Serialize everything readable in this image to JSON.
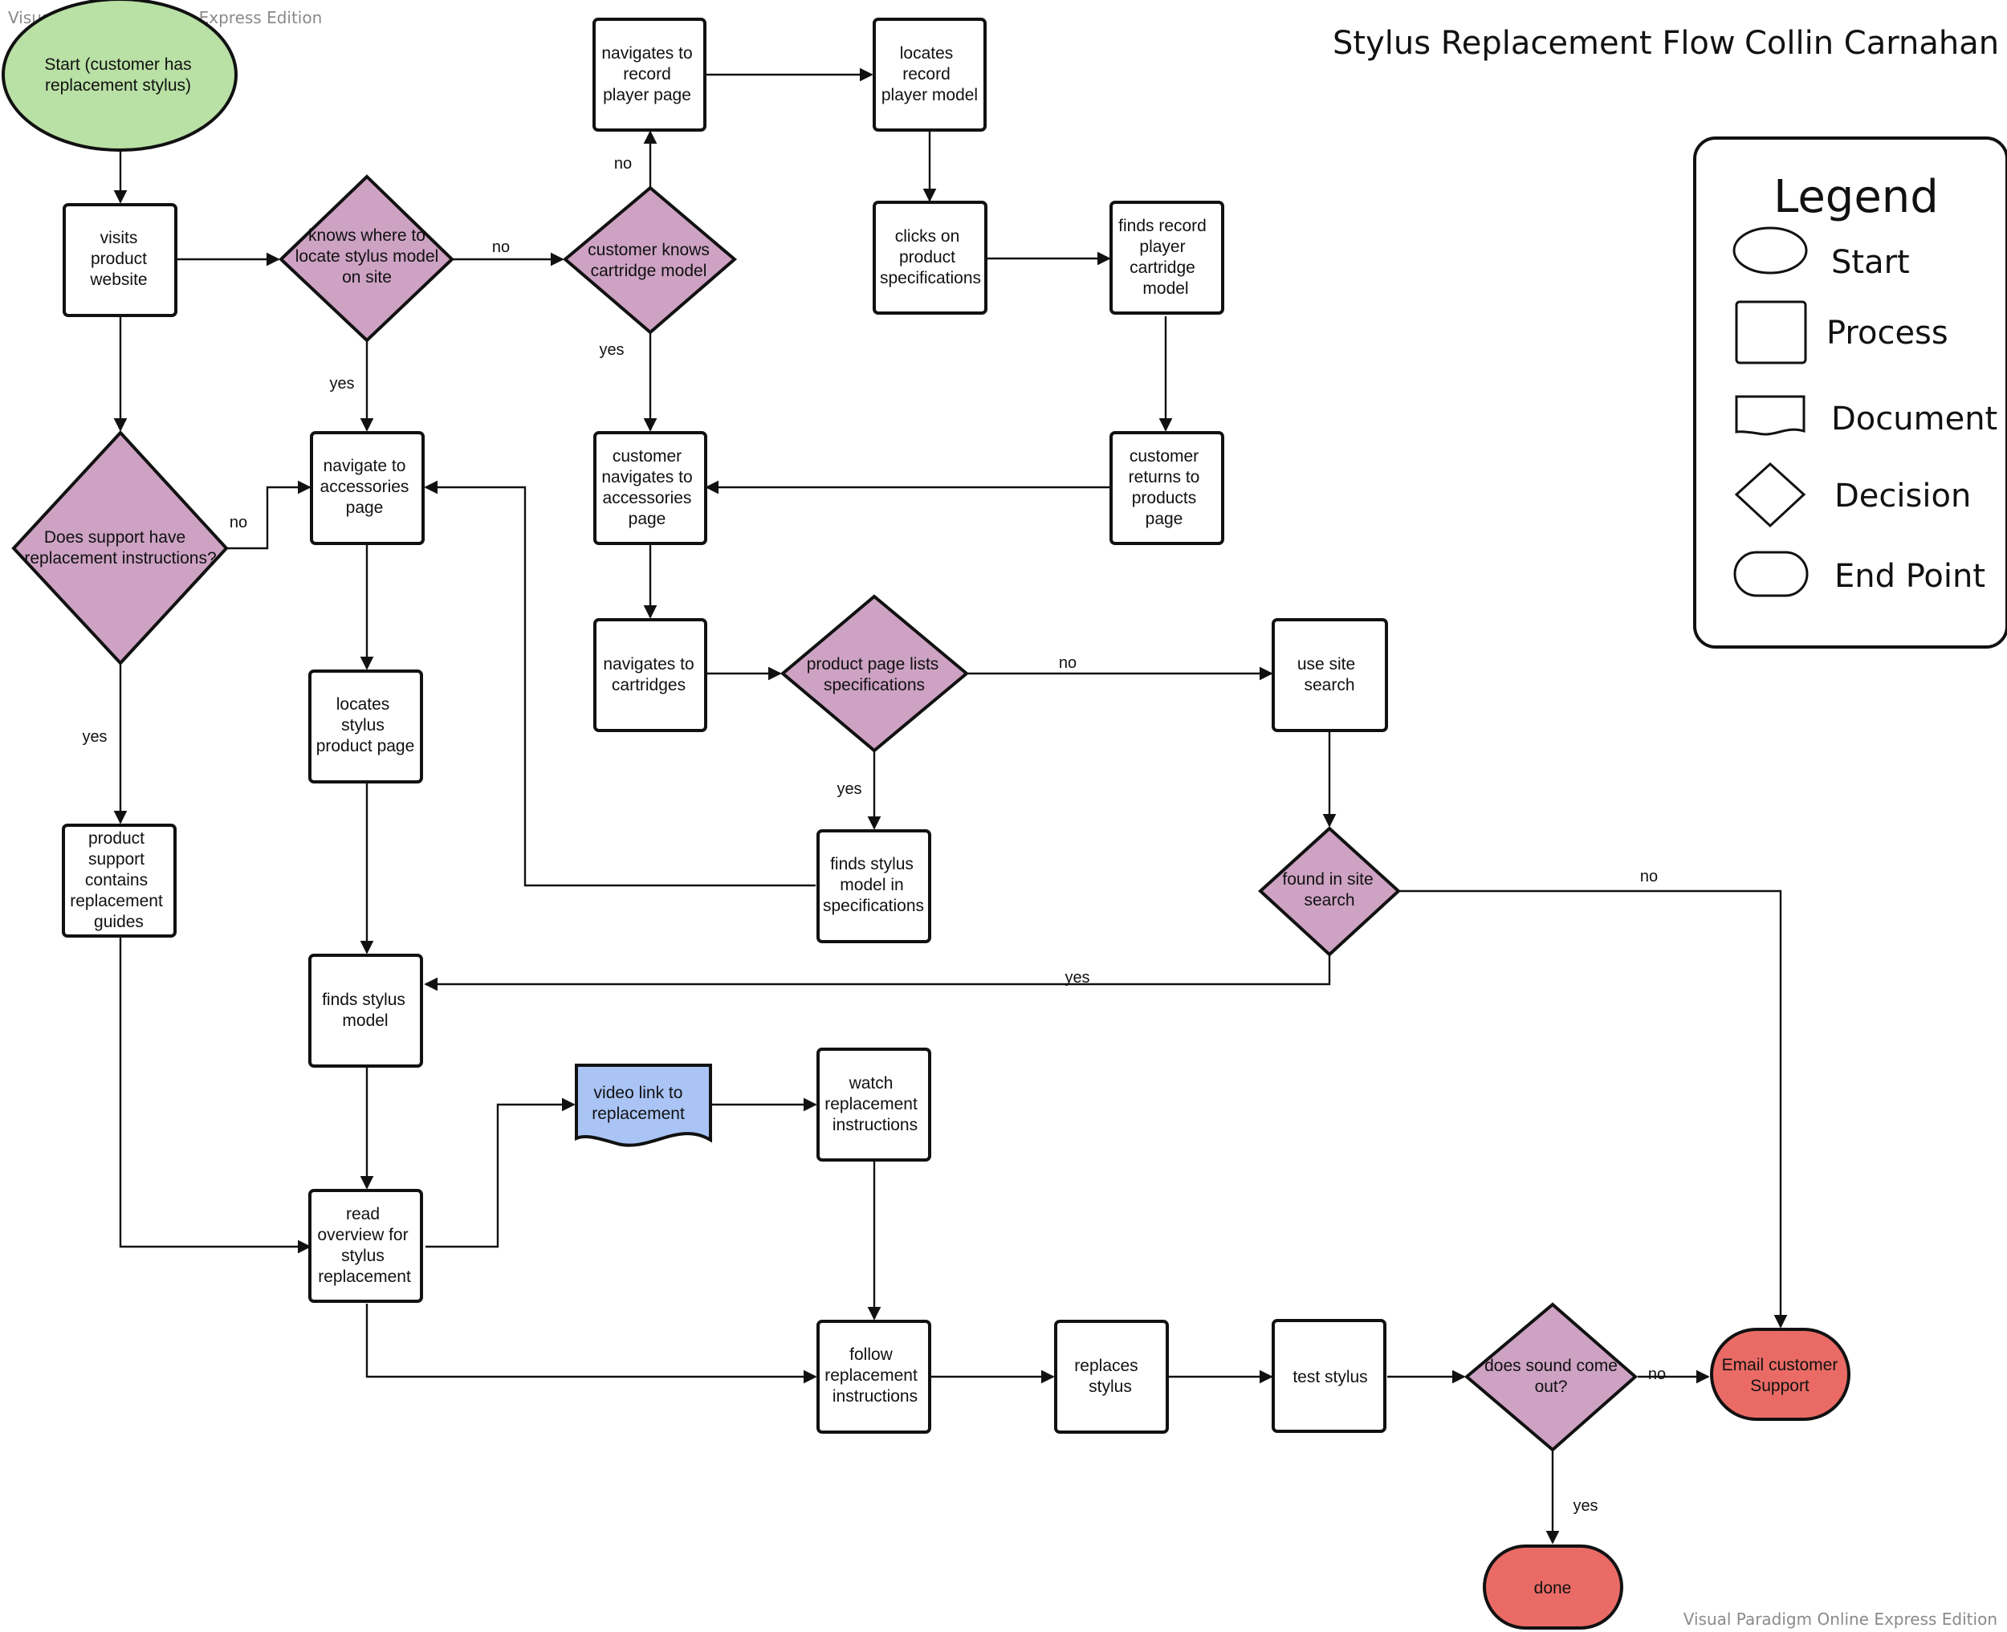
{
  "watermark_top": "Visual Paradigm Online Express Edition",
  "watermark_bottom": "Visual Paradigm Online Express Edition",
  "title": "Stylus Replacement Flow",
  "author": "Collin Carnahan",
  "colors": {
    "start_fill": "#b9e0a5",
    "decision_fill": "#cda2c3",
    "process_fill": "#ffffff",
    "document_fill": "#a9c4f5",
    "end_fill": "#ea6b66",
    "stroke": "#111111"
  },
  "legend": {
    "title": "Legend",
    "items": [
      {
        "shape": "ellipse",
        "label": "Start"
      },
      {
        "shape": "rectangle",
        "label": "Process"
      },
      {
        "shape": "document",
        "label": "Document"
      },
      {
        "shape": "diamond",
        "label": "Decision"
      },
      {
        "shape": "terminator",
        "label": "End Point"
      }
    ]
  },
  "nodes": {
    "start": {
      "type": "start",
      "lines": [
        "Start (customer has",
        "replacement stylus)"
      ]
    },
    "visits_website": {
      "type": "process",
      "lines": [
        "visits",
        "product",
        "website"
      ]
    },
    "knows_location": {
      "type": "decision",
      "lines": [
        "knows where to",
        "locate stylus model",
        "on site"
      ]
    },
    "knows_cartridge": {
      "type": "decision",
      "lines": [
        "customer knows",
        "cartridge model"
      ]
    },
    "nav_player_page": {
      "type": "process",
      "lines": [
        "navigates to",
        "record",
        "player page"
      ]
    },
    "locates_player_model": {
      "type": "process",
      "lines": [
        "locates",
        "record",
        "player model"
      ]
    },
    "clicks_specs": {
      "type": "process",
      "lines": [
        "clicks on",
        "product",
        "specifications"
      ]
    },
    "finds_cartridge_model": {
      "type": "process",
      "lines": [
        "finds record",
        "player",
        "cartridge",
        "model"
      ]
    },
    "support_instructions": {
      "type": "decision",
      "lines": [
        "Does support have",
        "replacement instructions?"
      ]
    },
    "nav_accessories": {
      "type": "process",
      "lines": [
        "navigate to",
        "accessories",
        "page"
      ]
    },
    "cust_nav_accessories": {
      "type": "process",
      "lines": [
        "customer",
        "navigates to",
        "accessories",
        "page"
      ]
    },
    "returns_products": {
      "type": "process",
      "lines": [
        "customer",
        "returns to",
        "products",
        "page"
      ]
    },
    "nav_cartridges": {
      "type": "process",
      "lines": [
        "navigates to",
        "cartridges"
      ]
    },
    "lists_specs": {
      "type": "decision",
      "lines": [
        "product page lists",
        "specifications"
      ]
    },
    "site_search": {
      "type": "process",
      "lines": [
        "use site",
        "search"
      ]
    },
    "locates_stylus_page": {
      "type": "process",
      "lines": [
        "locates",
        "stylus",
        "product page"
      ]
    },
    "finds_in_specs": {
      "type": "process",
      "lines": [
        "finds stylus",
        "model in",
        "specifications"
      ]
    },
    "found_search": {
      "type": "decision",
      "lines": [
        "found in site",
        "search"
      ]
    },
    "support_guides": {
      "type": "process",
      "lines": [
        "product",
        "support",
        "contains",
        "replacement",
        "guides"
      ]
    },
    "finds_stylus": {
      "type": "process",
      "lines": [
        "finds stylus",
        "model"
      ]
    },
    "video_link": {
      "type": "document",
      "lines": [
        "video link to",
        "replacement"
      ]
    },
    "watch_instructions": {
      "type": "process",
      "lines": [
        "watch",
        "replacement",
        "instructions"
      ]
    },
    "read_overview": {
      "type": "process",
      "lines": [
        "read",
        "overview for",
        "stylus",
        "replacement"
      ]
    },
    "follow_instructions": {
      "type": "process",
      "lines": [
        "follow",
        "replacement",
        "instructions"
      ]
    },
    "replaces_stylus": {
      "type": "process",
      "lines": [
        "replaces",
        "stylus"
      ]
    },
    "test_stylus": {
      "type": "process",
      "lines": [
        "test stylus"
      ]
    },
    "sound_check": {
      "type": "decision",
      "lines": [
        "does sound come",
        "out?"
      ]
    },
    "email_support": {
      "type": "end",
      "lines": [
        "Email customer",
        "Support"
      ]
    },
    "done": {
      "type": "end",
      "lines": [
        "done"
      ]
    }
  },
  "edge_labels": {
    "knows_location_no": "no",
    "knows_location_yes": "yes",
    "knows_cartridge_no": "no",
    "knows_cartridge_yes": "yes",
    "support_no": "no",
    "support_yes": "yes",
    "lists_specs_no": "no",
    "lists_specs_yes": "yes",
    "found_search_no": "no",
    "found_search_yes": "yes",
    "sound_no": "no",
    "sound_yes": "yes"
  }
}
